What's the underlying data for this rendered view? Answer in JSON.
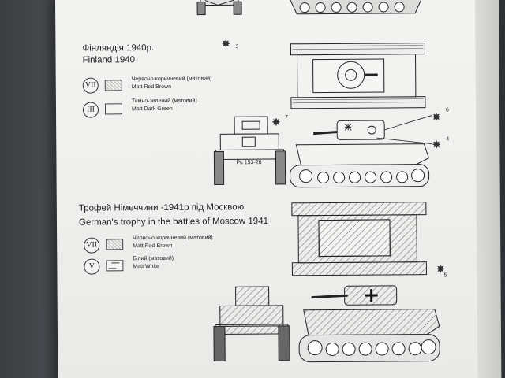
{
  "section1": {
    "title_ua": "Фінляндія 1940р.",
    "title_en": "Finland 1940",
    "legend": [
      {
        "badge": "VII",
        "name_ua": "Червоно-коричневий (матовий)",
        "name_en": "Matt Red Brown"
      },
      {
        "badge": "III",
        "name_ua": "Темно-зелений (матовий)",
        "name_en": "Matt Dark Green"
      }
    ],
    "turret_marking": "Рь 153-26"
  },
  "section2": {
    "title_ua": "Трофей Німеччини -1941р під Москвою",
    "title_en": "German's trophy in the battles of Moscow 1941",
    "legend": [
      {
        "badge": "VII",
        "name_ua": "Червоно-коричневий (матовий)",
        "name_en": "Matt Red Brown"
      },
      {
        "badge": "V",
        "name_ua": "Білий (матовий)",
        "name_en": "Matt White"
      }
    ]
  },
  "callouts": [
    "3",
    "7",
    "6",
    "4",
    "5"
  ],
  "colors": {
    "paper": "#f0f0ee",
    "ink": "#222222",
    "background": "#35383c"
  }
}
